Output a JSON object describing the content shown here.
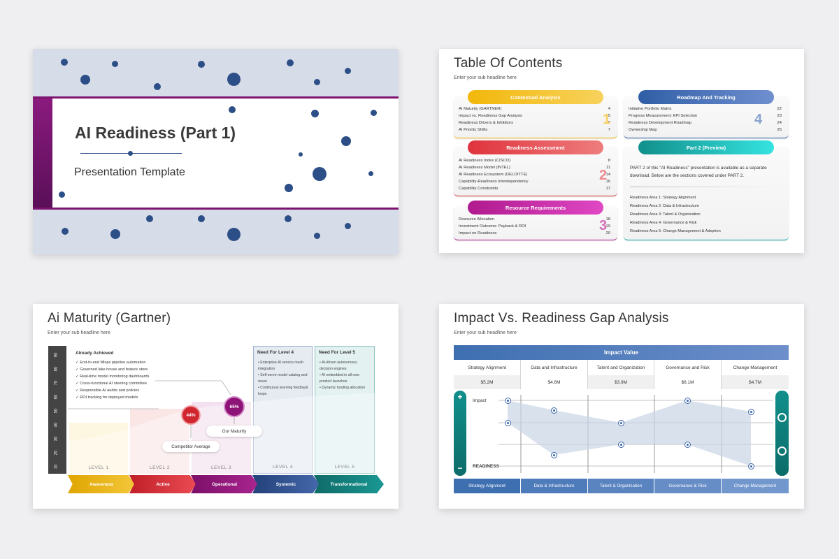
{
  "slide1": {
    "title": "AI Readiness (Part 1)",
    "subtitle": "Presentation Template"
  },
  "slide2": {
    "title": "Table Of Contents",
    "subtitle": "Enter your sub headline here",
    "sections": [
      {
        "label": "Contextual Analysis",
        "number": "1",
        "color": "#f2b70a",
        "rows": [
          [
            "AI Maturity (GARTNER)",
            "4"
          ],
          [
            "Impact vs. Readiness Gap Analysis",
            "5"
          ],
          [
            "Readiness Drivers & Inhibitors",
            "6"
          ],
          [
            "AI Priority Shifts",
            "7"
          ]
        ]
      },
      {
        "label": "Readiness Assessment",
        "number": "2",
        "color": "#e0333d",
        "rows": [
          [
            "AI Readiness Index (CISCO)",
            "8"
          ],
          [
            "AI Readiness Model (INTEL)",
            "11"
          ],
          [
            "AI Readiness Ecosystem (DELOITTE)",
            "14"
          ],
          [
            "Capability-Readiness Interdependency",
            "16"
          ],
          [
            "Capability Constraints",
            "17"
          ]
        ]
      },
      {
        "label": "Resource Requirements",
        "number": "3",
        "color": "#b01a8e",
        "rows": [
          [
            "Resource Allocation",
            "18"
          ],
          [
            "Investment Outcome: Payback & ROI",
            "19"
          ],
          [
            "Impact on Readiness",
            "20"
          ]
        ]
      },
      {
        "label": "Roadmap And Tracking",
        "number": "4",
        "color": "#2f5ea5",
        "rows": [
          [
            "Initiative Portfolio Matrix",
            "22"
          ],
          [
            "Progress Measurement: KPI Selection",
            "23"
          ],
          [
            "Readiness Development Roadmap",
            "24"
          ],
          [
            "Ownership Map",
            "25"
          ]
        ]
      }
    ],
    "part2": {
      "label": "Part 2 (Preview)",
      "text": "PART 2 of this \"AI Readiness\" presentation is available as a separate download. Below are the sections covered under PART 2.",
      "items": [
        "Readiness Area 1: Strategy Alignment",
        "Readiness Area 2: Data & Infrastructure",
        "Readiness Area 3: Talent & Organization",
        "Readiness Area 4: Governance & Risk",
        "Readiness Area 5: Change Management & Adoption"
      ]
    }
  },
  "slide3": {
    "title": "Ai Maturity (Gartner)",
    "subtitle": "Enter your sub headline here",
    "ticks": [
      "90",
      "80",
      "70",
      "60",
      "50",
      "40",
      "30",
      "20",
      "10"
    ],
    "already": {
      "heading": "Already Achieved",
      "items": [
        "End-to-end Mlops pipeline automation",
        "Governed lake house and feature store",
        "Real-time model monitoring dashboards",
        "Cross-functional AI steering committee",
        "Responsible AI audits and policies",
        "ROI tracking for deployed models"
      ]
    },
    "level4": {
      "heading": "Need For Level 4",
      "items": [
        "Enterprise AI service mesh integration",
        "Self-serve model catalog and reuse",
        "Continuous learning feedback loops"
      ]
    },
    "level5": {
      "heading": "Need For Level 5",
      "items": [
        "AI-driven autonomous decision engines",
        "AI embedded in all new product launches",
        "Dynamic funding allocation"
      ]
    },
    "competitor": {
      "value": "44%",
      "label": "Competitor Average"
    },
    "ours": {
      "value": "65%",
      "label": "Our Maturity"
    },
    "levels": [
      "LEVEL 1",
      "LEVEL 2",
      "LEVEL 3",
      "LEVEL 4",
      "LEVEL 5"
    ],
    "stages": [
      {
        "label": "Awareness",
        "color": "#e0a500"
      },
      {
        "label": "Active",
        "color": "#d0262f"
      },
      {
        "label": "Operational",
        "color": "#8e1377"
      },
      {
        "label": "Systemic",
        "color": "#2d4f8e"
      },
      {
        "label": "Transformational",
        "color": "#127a77"
      }
    ]
  },
  "slide4": {
    "title": "Impact Vs. Readiness Gap Analysis",
    "subtitle": "Enter your sub headline here",
    "header": "Impact Value",
    "columns": [
      "Strategy Alignment",
      "Data and Infrastructure",
      "Talent and Organization",
      "Governance and Risk",
      "Change Management"
    ],
    "values": [
      "$5.2M",
      "$4.6M",
      "$3.9M",
      "$6.1M",
      "$4.7M"
    ],
    "impact_label": "Impact",
    "readiness_label": "READINESS",
    "plus": "+",
    "minus": "−",
    "footer": [
      "Strategy Alignment",
      "Data & Infrastructure",
      "Talent & Organization",
      "Governance & Risk",
      "Change Management"
    ]
  }
}
